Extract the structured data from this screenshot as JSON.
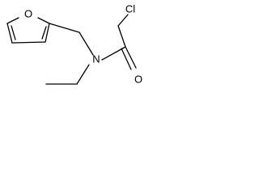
{
  "molecule": {
    "atoms": {
      "furan_oxygen": "O",
      "amide_nitrogen": "N",
      "chlorine": "Cl",
      "carbonyl_oxygen": "O"
    }
  }
}
